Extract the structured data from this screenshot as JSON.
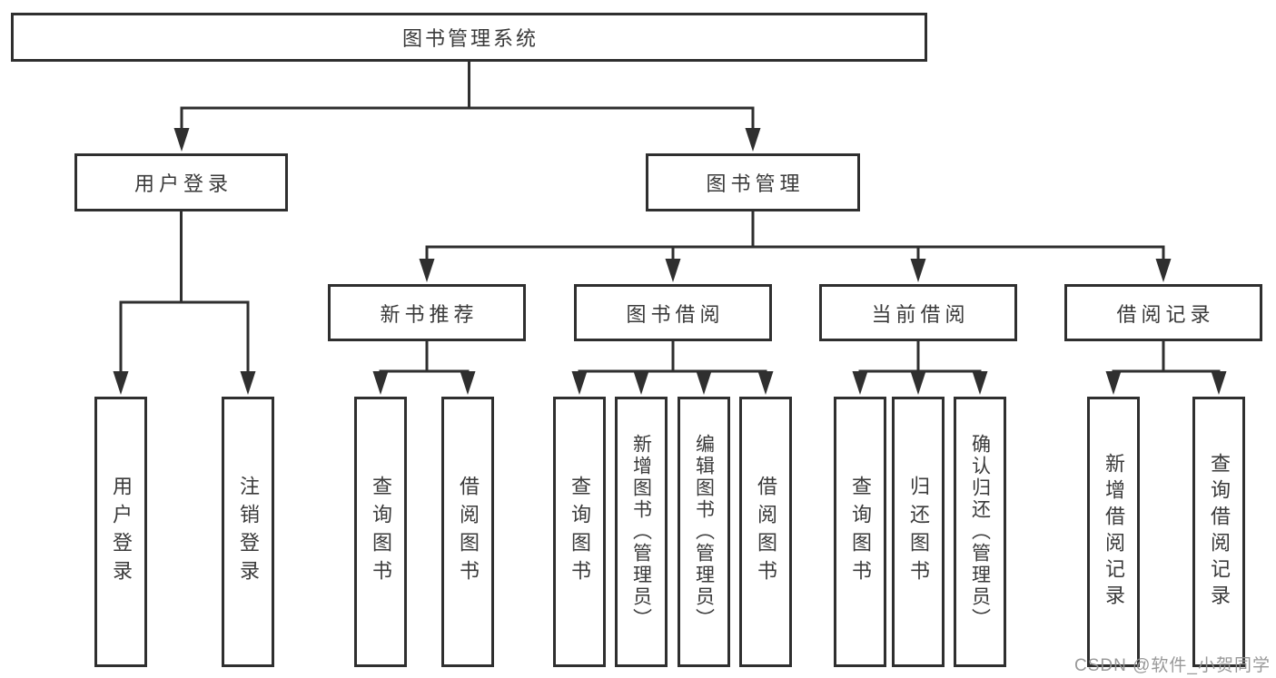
{
  "tree": {
    "root": "图书管理系统",
    "branches": [
      {
        "label": "用户登录",
        "children": [
          "用户登录",
          "注销登录"
        ]
      },
      {
        "label": "图书管理",
        "children": [
          {
            "label": "新书推荐",
            "children": [
              "查询图书",
              "借阅图书"
            ]
          },
          {
            "label": "图书借阅",
            "children": [
              "查询图书",
              "新增图书（管理员）",
              "编辑图书（管理员）",
              "借阅图书"
            ]
          },
          {
            "label": "当前借阅",
            "children": [
              "查询图书",
              "归还图书",
              "确认归还（管理员）"
            ]
          },
          {
            "label": "借阅记录",
            "children": [
              "新增借阅记录",
              "查询借阅记录"
            ]
          }
        ]
      }
    ]
  },
  "watermark": {
    "text": "CSDN @软件_小贺同学"
  },
  "colors": {
    "line": "#2f2f2f",
    "box_border": "#2f2f2f",
    "text": "#3a3a3a",
    "background": "#ffffff",
    "watermark": "#949494"
  }
}
